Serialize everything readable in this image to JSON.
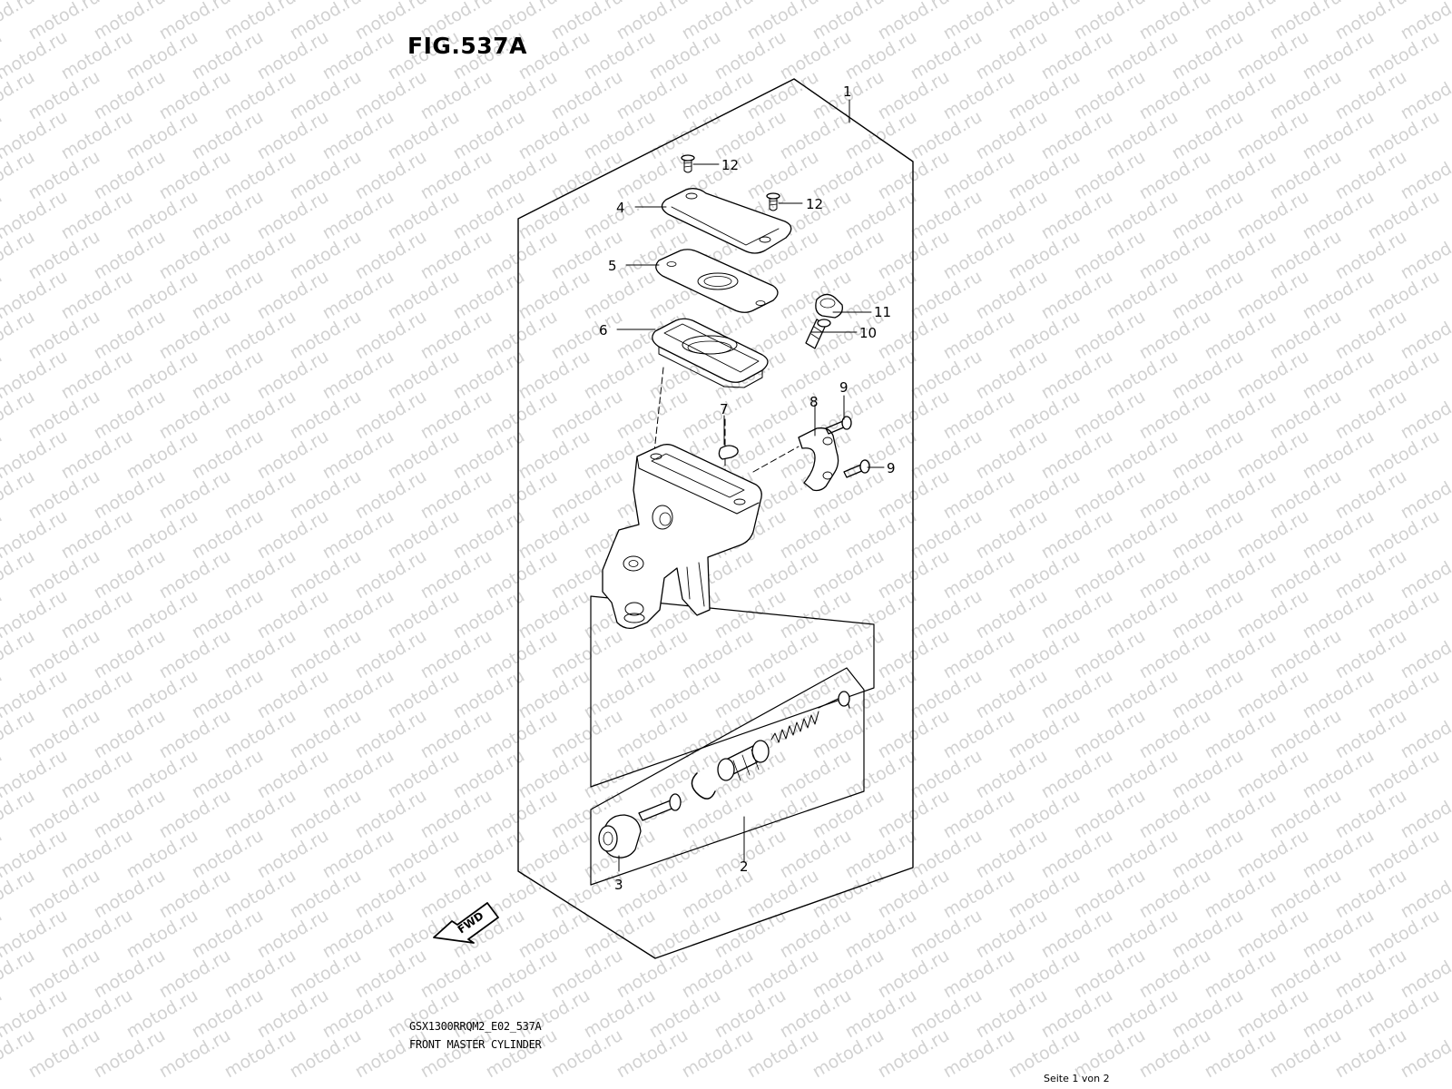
{
  "figure": {
    "title": "FIG.537A"
  },
  "watermark": {
    "text": "motod.ru",
    "color": "#d2d2d2"
  },
  "callouts": [
    {
      "id": "c1",
      "label": "1"
    },
    {
      "id": "c2",
      "label": "2"
    },
    {
      "id": "c3",
      "label": "3"
    },
    {
      "id": "c4",
      "label": "4"
    },
    {
      "id": "c5",
      "label": "5"
    },
    {
      "id": "c6",
      "label": "6"
    },
    {
      "id": "c7",
      "label": "7"
    },
    {
      "id": "c8",
      "label": "8"
    },
    {
      "id": "c9a",
      "label": "9"
    },
    {
      "id": "c9b",
      "label": "9"
    },
    {
      "id": "c10",
      "label": "10"
    },
    {
      "id": "c11",
      "label": "11"
    },
    {
      "id": "c12a",
      "label": "12"
    },
    {
      "id": "c12b",
      "label": "12"
    }
  ],
  "fwd_badge": {
    "text": "FWD"
  },
  "footer": {
    "model_code": "GSX1300RRQM2_E02_537A",
    "caption": "FRONT MASTER CYLINDER"
  },
  "page_indicator": "Seite 1 von 2"
}
